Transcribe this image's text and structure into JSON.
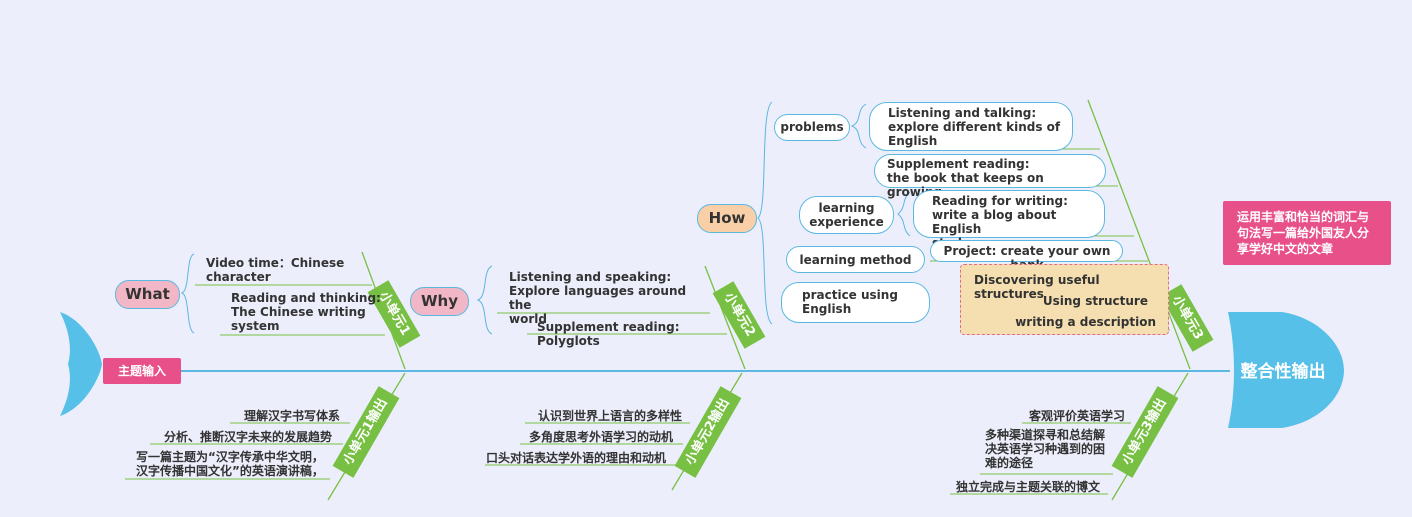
{
  "start": {
    "label": "主题输入"
  },
  "end": {
    "label": "整合性输出"
  },
  "top_categories": {
    "what": "What",
    "why": "Why",
    "how": "How"
  },
  "units_top": [
    "小单元1",
    "小单元2",
    "小单元3"
  ],
  "units_bottom": [
    "小单元1输出",
    "小单元2输出",
    "小单元3输出"
  ],
  "unit1_top": [
    "Video time：Chinese\ncharacter",
    "Reading and thinking:\nThe Chinese writing\nsystem"
  ],
  "unit2_top": [
    "Listening and speaking:\nExplore languages around the\nworld",
    "Supplement reading: Polyglots"
  ],
  "unit3_top": {
    "problems": "problems",
    "listening": "Listening and talking:\nexplore different kinds of\nEnglish",
    "supplement": "Supplement reading:\nthe book that keeps on growing",
    "learning_experience": "learning\nexperience",
    "reading_writing": "Reading for writing:\nwrite a blog about English\nstudy",
    "learning_method": "learning method",
    "project": "Project: create your own bank",
    "practice": "practice using\nEnglish",
    "discovering": "Discovering useful structures",
    "using": "Using structure",
    "writing": "writing a description"
  },
  "unit1_bottom": [
    "理解汉字书写体系",
    "分析、推断汉字未来的发展趋势",
    "写一篇主题为“汉字传承中华文明，\n汉字传播中国文化”的英语演讲稿，"
  ],
  "unit2_bottom": [
    "认识到世界上语言的多样性",
    "多角度思考外语学习的动机",
    "口头对话表达学外语的理由和动机"
  ],
  "unit3_bottom": [
    "客观评价英语学习",
    "多种渠道探寻和总结解\n决英语学习种遇到的困\n难的途径",
    "独立完成与主题关联的博文"
  ],
  "final_note": "运用丰富和恰当的词汇与\n句法写一篇给外国友人分\n享学好中文的文章",
  "colors": {
    "spine": "#5bb8e0",
    "rib": "#77c043",
    "what_why": "#f2b7c6",
    "how": "#f9cfa7",
    "pink": "#e8508a",
    "fish": "#56c0e8",
    "highlight": "#f5dfb0"
  }
}
